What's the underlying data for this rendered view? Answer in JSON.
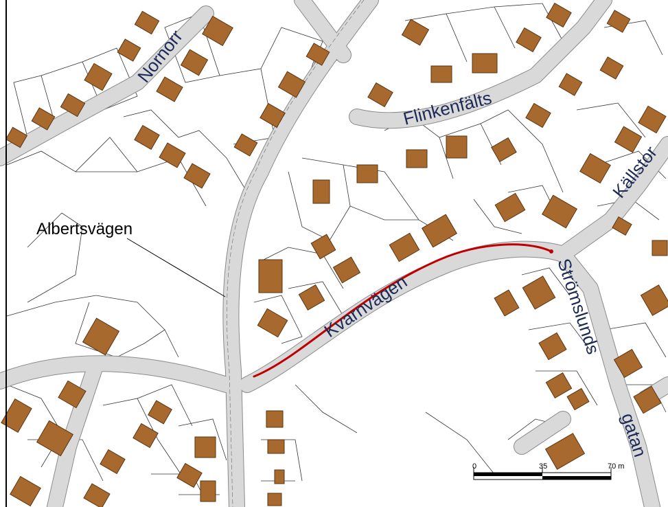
{
  "map": {
    "labels": {
      "nornorr": "Nornorr",
      "flinkenfalts": "Flinkenfälts",
      "kallstor": "Källstor",
      "albertsvagen": "Albertsvägen",
      "kvarnvagen": "Kvarnvägen",
      "stromslunds": "Strömslunds",
      "gatan": "gatan"
    },
    "scale_bar": {
      "tick_0": "0",
      "tick_mid": "35",
      "tick_end": "70 m"
    },
    "colors": {
      "building": "#a8692f",
      "building_outline": "#5a3410",
      "road_fill": "#d9d9d9",
      "highlight": "#c00000",
      "label_text": "#1c2a55"
    }
  }
}
